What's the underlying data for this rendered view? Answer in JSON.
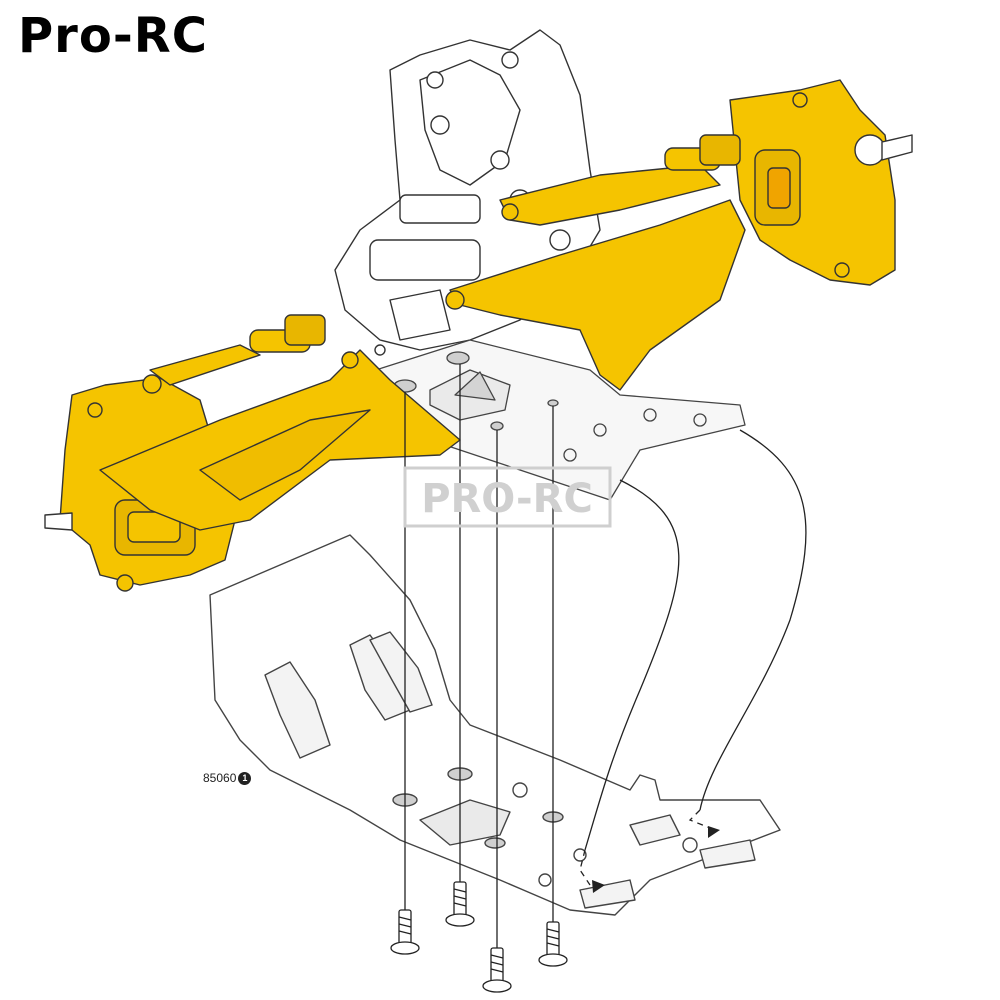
{
  "brand": "Pro-RC",
  "watermark": "PRO-RC",
  "part_number": "85060",
  "callout_number": "1",
  "colors": {
    "highlight": "#f5c400",
    "highlight_shade": "#e0a800",
    "outline": "#333333",
    "light_gray": "#d8d8d8",
    "watermark": "#cfcfcf"
  },
  "components": [
    {
      "name": "chassis-bulkhead",
      "highlighted": false
    },
    {
      "name": "left-suspension-arm",
      "highlighted": true
    },
    {
      "name": "right-suspension-arm",
      "highlighted": true
    },
    {
      "name": "left-hub-carrier",
      "highlighted": true
    },
    {
      "name": "right-hub-carrier",
      "highlighted": true
    },
    {
      "name": "skid-plate",
      "highlighted": false
    },
    {
      "name": "mounting-plate",
      "highlighted": false
    },
    {
      "name": "screw",
      "count": 4
    }
  ]
}
